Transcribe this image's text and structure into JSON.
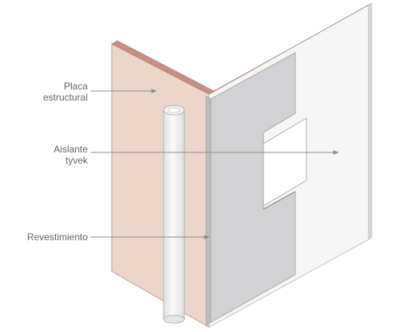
{
  "labels": {
    "placa": {
      "line1": "Placa",
      "line2": "estructural"
    },
    "aislante": {
      "line1": "Aislante",
      "line2": "tyvek"
    },
    "revestimiento": {
      "line1": "Revestimiento"
    }
  },
  "colors": {
    "sheathing_face": "#ecd6cc",
    "sheathing_edge": "#c98f82",
    "housewrap_face": "#d2d2d4",
    "right_panel": "#f6f6f6",
    "pipe": "#f4f4f4",
    "leader": "#8e8e8e",
    "label_text": "#666666"
  }
}
